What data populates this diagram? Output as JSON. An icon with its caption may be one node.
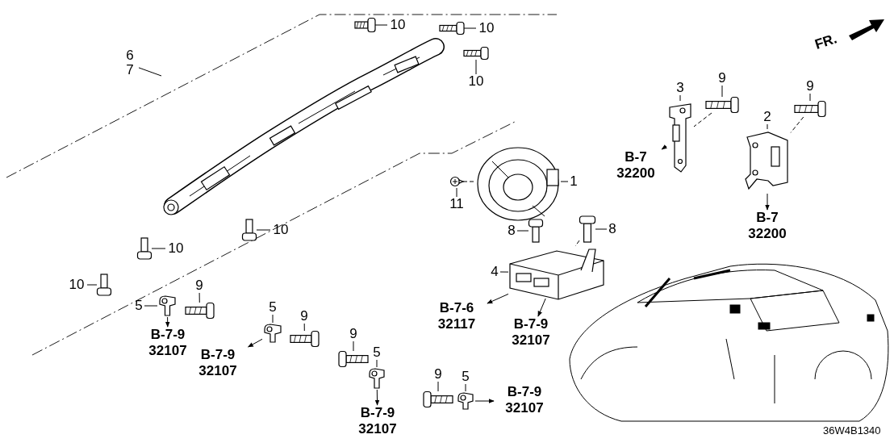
{
  "diagram": {
    "nodes": [
      {
        "text": [
          "6",
          "7"
        ]
      },
      {
        "text": [],
        "shape": "picture"
      },
      {
        "text": [
          "10"
        ]
      },
      {
        "text": [],
        "shape": "picture"
      },
      {
        "text": [
          "10"
        ]
      },
      {
        "text": [],
        "shape": "picture"
      },
      {
        "text": [
          "10"
        ]
      },
      {
        "text": [],
        "shape": "picture"
      },
      {
        "text": [
          "10"
        ]
      },
      {
        "text": [],
        "shape": "picture"
      },
      {
        "text": [
          "3"
        ]
      },
      {
        "text": [
          "9"
        ]
      },
      {
        "text": [],
        "shape": "picture"
      },
      {
        "text": [],
        "shape": "picture"
      },
      {
        "text": [
          "B-7",
          "32200"
        ]
      },
      {
        "text": [
          "9"
        ]
      },
      {
        "text": [],
        "shape": "picture"
      },
      {
        "text": [
          "2"
        ]
      },
      {
        "text": [],
        "shape": "picture"
      },
      {
        "text": [
          "1"
        ]
      },
      {
        "text": [],
        "shape": "picture"
      },
      {
        "text": [],
        "shape": "picture"
      },
      {
        "text": [
          "11"
        ]
      },
      {
        "text": [
          "B-7",
          "32200"
        ]
      },
      {
        "text": [
          "8"
        ]
      },
      {
        "text": [],
        "shape": "picture"
      },
      {
        "text": [],
        "shape": "picture"
      },
      {
        "text": [
          "8"
        ]
      },
      {
        "text": [
          "4"
        ]
      },
      {
        "text": [],
        "shape": "picture"
      },
      {
        "text": [
          "B-7-6",
          "32117"
        ]
      },
      {
        "text": [
          "B-7-9",
          "32107"
        ]
      },
      {
        "text": [],
        "shape": "picture"
      },
      {
        "text": [
          "10"
        ]
      },
      {
        "text": [
          "10"
        ]
      },
      {
        "text": [],
        "shape": "picture"
      },
      {
        "text": [
          "5"
        ]
      },
      {
        "text": [],
        "shape": "picture"
      },
      {
        "text": [
          "9"
        ]
      },
      {
        "text": [],
        "shape": "picture"
      },
      {
        "text": [
          "B-7-9",
          "32107"
        ]
      },
      {
        "text": [
          "5"
        ]
      },
      {
        "text": [],
        "shape": "picture"
      },
      {
        "text": [
          "9"
        ]
      },
      {
        "text": [],
        "shape": "picture"
      },
      {
        "text": [
          "B-7-9",
          "32107"
        ]
      },
      {
        "text": [
          "9"
        ]
      },
      {
        "text": [],
        "shape": "picture"
      },
      {
        "text": [
          "5"
        ]
      },
      {
        "text": [],
        "shape": "picture"
      },
      {
        "text": [
          "B-7-9",
          "32107"
        ]
      },
      {
        "text": [
          "9"
        ]
      },
      {
        "text": [],
        "shape": "picture"
      },
      {
        "text": [
          "5"
        ]
      },
      {
        "text": [],
        "shape": "picture"
      },
      {
        "text": [
          "B-7-9",
          "32107"
        ]
      }
    ],
    "edges": [
      {
        "from": 0,
        "to": 1,
        "arrow": "none"
      },
      {
        "from": 2,
        "to": 3,
        "arrow": "none"
      },
      {
        "from": 4,
        "to": 5,
        "arrow": "none"
      },
      {
        "from": 6,
        "to": 7,
        "arrow": "none"
      },
      {
        "from": 8,
        "to": 9,
        "arrow": "none"
      },
      {
        "from": 10,
        "to": 13,
        "arrow": "none"
      },
      {
        "from": 11,
        "to": 12,
        "arrow": "none"
      },
      {
        "from": 12,
        "to": 13,
        "arrow": "none",
        "style": "dashed"
      },
      {
        "from": 13,
        "to": 14,
        "arrow": "to"
      },
      {
        "from": 15,
        "to": 16,
        "arrow": "none"
      },
      {
        "from": 17,
        "to": 18,
        "arrow": "none"
      },
      {
        "from": 16,
        "to": 18,
        "arrow": "none",
        "style": "dashed"
      },
      {
        "from": 18,
        "to": 23,
        "arrow": "to"
      },
      {
        "from": 19,
        "to": 20,
        "arrow": "none"
      },
      {
        "from": 22,
        "to": 21,
        "arrow": "none"
      },
      {
        "from": 21,
        "to": 20,
        "arrow": "none",
        "style": "dashed"
      },
      {
        "from": 24,
        "to": 25,
        "arrow": "none"
      },
      {
        "from": 27,
        "to": 26,
        "arrow": "none"
      },
      {
        "from": 26,
        "to": 29,
        "arrow": "none",
        "style": "dashed"
      },
      {
        "from": 28,
        "to": 29,
        "arrow": "none"
      },
      {
        "from": 29,
        "to": 30,
        "arrow": "to"
      },
      {
        "from": 29,
        "to": 31,
        "arrow": "to"
      },
      {
        "from": 33,
        "to": 32,
        "arrow": "none"
      },
      {
        "from": 34,
        "to": 35,
        "arrow": "none"
      },
      {
        "from": 36,
        "to": 37,
        "arrow": "none"
      },
      {
        "from": 37,
        "to": 40,
        "arrow": "to"
      },
      {
        "from": 38,
        "to": 39,
        "arrow": "none"
      },
      {
        "from": 41,
        "to": 42,
        "arrow": "none"
      },
      {
        "from": 42,
        "to": 45,
        "arrow": "to"
      },
      {
        "from": 43,
        "to": 44,
        "arrow": "none"
      },
      {
        "from": 46,
        "to": 47,
        "arrow": "none"
      },
      {
        "from": 48,
        "to": 49,
        "arrow": "none"
      },
      {
        "from": 49,
        "to": 50,
        "arrow": "to"
      },
      {
        "from": 51,
        "to": 52,
        "arrow": "none"
      },
      {
        "from": 53,
        "to": 54,
        "arrow": "none"
      },
      {
        "from": 54,
        "to": 55,
        "arrow": "to"
      }
    ],
    "labels": [
      "FR.",
      "36W4B1340"
    ]
  }
}
